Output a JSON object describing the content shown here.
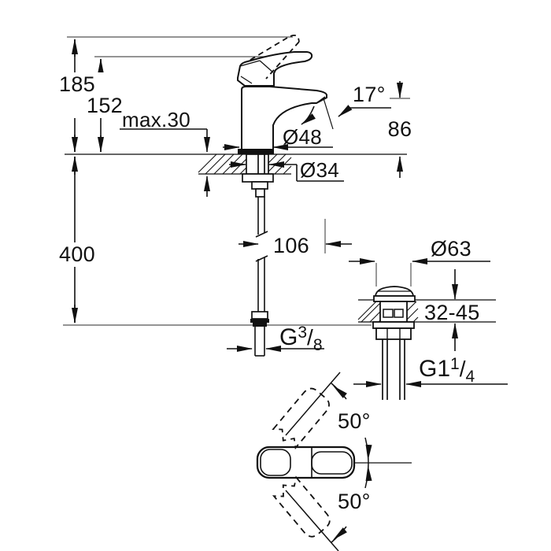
{
  "page": {
    "title": "Single-lever basin mixer with pop-up waste - dimensional drawing",
    "background": "#ffffff"
  },
  "labels": {
    "overall_height": "185",
    "spout_tip_height": "152",
    "max_deck_thickness": "max.30",
    "base_diameter": "Ø48",
    "stream_angle": "17°",
    "outlet_height": "86",
    "shank_diameter": "Ø34",
    "spout_reach": "106",
    "hose_length": "400",
    "supply_thread": {
      "prefix": "G",
      "numerator": "3",
      "slash": "/",
      "denominator": "8"
    },
    "drain_cap_diameter": "Ø63",
    "drain_deck_range": "32-45",
    "drain_thread": {
      "prefix": "G1",
      "numerator": "1",
      "slash": "/",
      "denominator": "4"
    },
    "handle_swing_up": "50°",
    "handle_swing_down": "50°"
  },
  "colors": {
    "line": "#111111",
    "reference_line": "#555555",
    "background": "#ffffff"
  }
}
